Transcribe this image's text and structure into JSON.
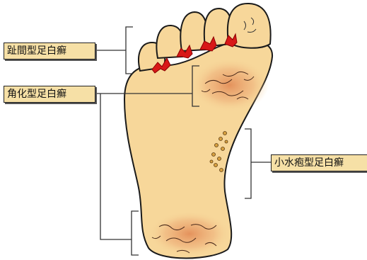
{
  "labels": {
    "interdigital": "趾間型足白癬",
    "keratotic": "角化型足白癬",
    "vesicular": "小水疱型足白癬"
  },
  "colors": {
    "foot_fill": "#f7d79a",
    "foot_outline": "#1a1a1a",
    "lesion_red": "#d81818",
    "inflamed_patch": "#e8a070",
    "label_fill": "#f6e0a6",
    "bracket_line": "#333333"
  }
}
